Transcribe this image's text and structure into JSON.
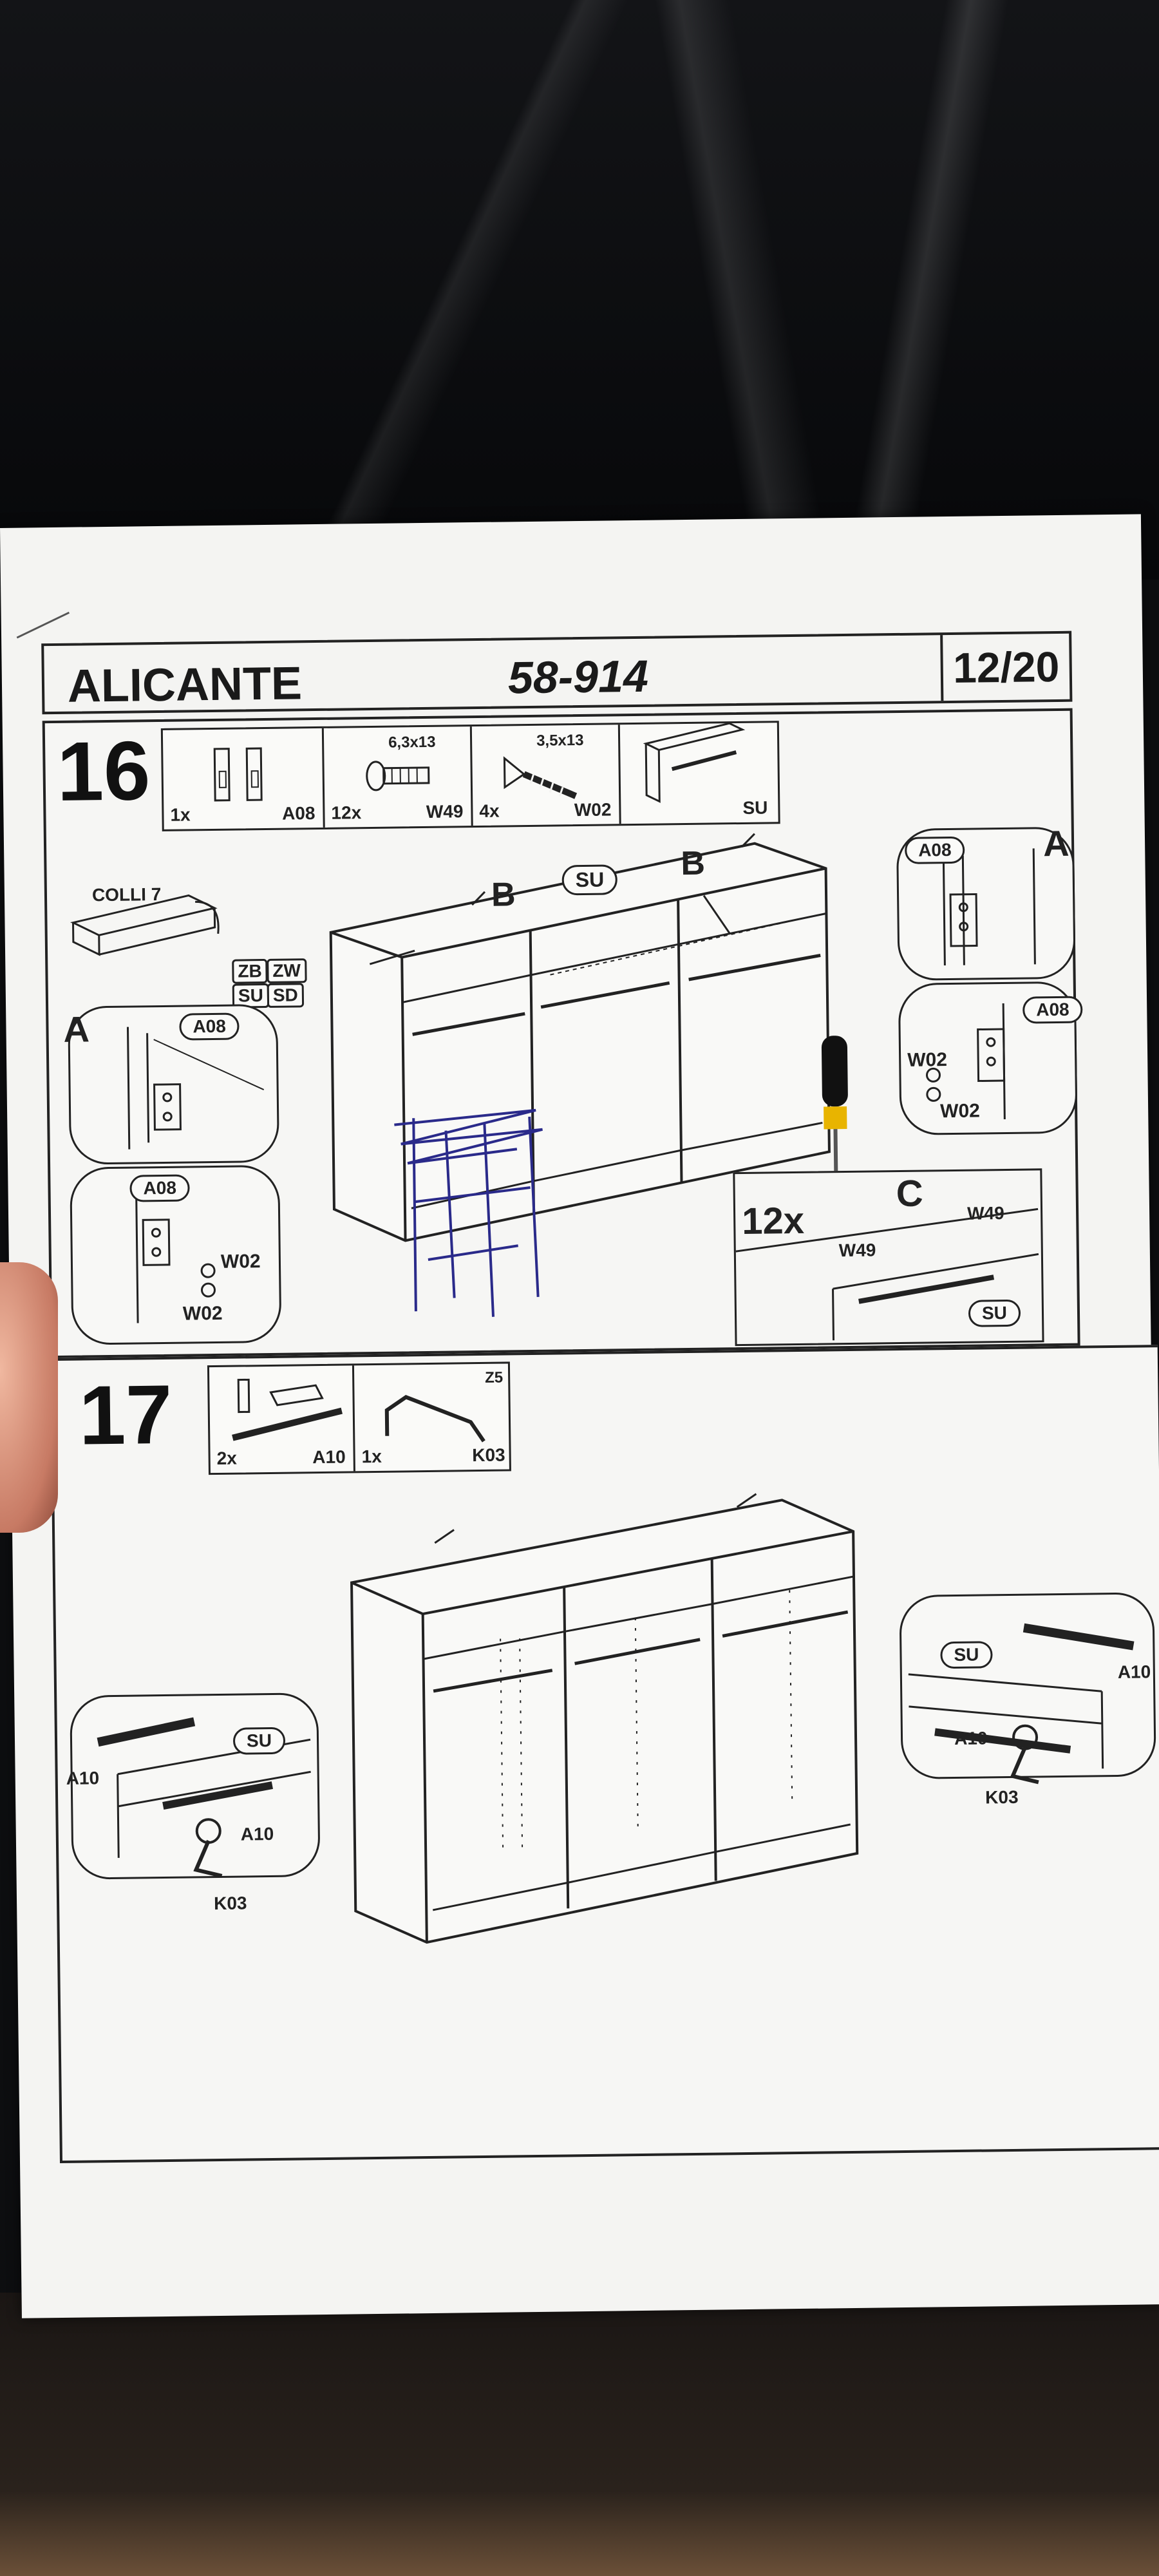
{
  "header": {
    "title": "ALICANTE",
    "code": "58-914",
    "page": "12/20"
  },
  "step16": {
    "number": "16",
    "parts": [
      {
        "qty": "1x",
        "id": "A08",
        "dim": ""
      },
      {
        "qty": "12x",
        "id": "W49",
        "dim": "6,3x13"
      },
      {
        "qty": "4x",
        "id": "W02",
        "dim": "3,5x13"
      },
      {
        "qty": "",
        "id": "SU",
        "dim": ""
      }
    ],
    "colli_label": "COLLI 7",
    "package_codes": [
      "ZB",
      "ZW",
      "SU",
      "SD"
    ],
    "su_label": "SU",
    "arrow_b": "B",
    "detail_a_left": "A",
    "detail_a_right": "A",
    "a08_label": "A08",
    "w02_label": "W02",
    "detail_c": "C",
    "screw_count": "12x",
    "w49_label": "W49"
  },
  "step17": {
    "number": "17",
    "parts": [
      {
        "qty": "2x",
        "id": "A10",
        "dim": ""
      },
      {
        "qty": "1x",
        "id": "K03",
        "dim": "Z5"
      }
    ],
    "su_label": "SU",
    "a10_label": "A10",
    "k03_label": "K03"
  },
  "colors": {
    "paper": "#f4f4f2",
    "ink": "#222222",
    "scribble": "#2a2a8a",
    "screwdriver_yellow": "#e8b400"
  }
}
